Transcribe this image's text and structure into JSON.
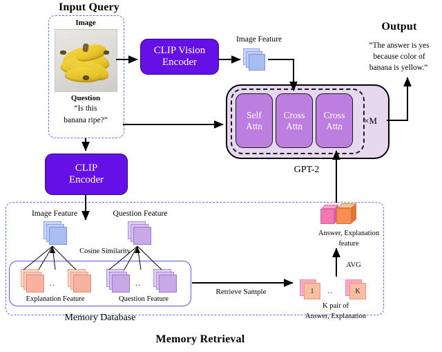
{
  "figure": {
    "sections": {
      "input_query_title": "Input Query",
      "output_title": "Output",
      "memory_retrieval_title": "Memory Retrieval",
      "memory_database_title": "Memory Database"
    },
    "input_query": {
      "image_label": "Image",
      "image_alt": "bunch of yellow bananas on gray surface",
      "question_label": "Question",
      "question_text_line1": "“Is this",
      "question_text_line2": "banana ripe?”"
    },
    "encoders": {
      "vision_line1": "CLIP Vision",
      "vision_line2": "Encoder",
      "clip_line1": "CLIP",
      "clip_line2": "Encoder"
    },
    "image_feature_label": "Image Feature",
    "gpt2": {
      "name": "GPT-2",
      "repeat": "×M",
      "blocks": [
        {
          "line1": "Self",
          "line2": "Attn"
        },
        {
          "line1": "Cross",
          "line2": "Attn"
        },
        {
          "line1": "Cross",
          "line2": "Attn"
        }
      ]
    },
    "output": {
      "line1": "“The answer is yes",
      "line2": "because color of",
      "line3": "banana is yellow.”"
    },
    "memory": {
      "query_image_feature": "Image Feature",
      "query_question_feature": "Question Feature",
      "cosine_similarity": "Cosine Similarity",
      "db_explanation_feature": "Explanation Feature",
      "db_question_feature": "Question Feature",
      "retrieve_sample": "Retrieve Sample",
      "ellipsis": "..",
      "k_first": "1",
      "k_last": "K",
      "k_pair_line1": "K pair of",
      "k_pair_line2": "Answer, Explanation",
      "avg": "AVG",
      "answer_explanation_line1": "Answer, Explanation",
      "answer_explanation_line2": "feature"
    },
    "colors": {
      "encoder_violet": "#6610e8",
      "attn_purple": "#bc7fe0",
      "gpt_shell": "#e6d9ef",
      "image_feature_blue": "#aabdf0",
      "question_feature_purple": "#c9a8e8",
      "explanation_feature_salmon": "#f7b39f",
      "answer_cube_pink": "#f277b4",
      "explanation_cube_orange": "#f98e52",
      "dashed_border_blue": "#5b6ff0",
      "solid_border_blue": "#5b57e0"
    }
  }
}
